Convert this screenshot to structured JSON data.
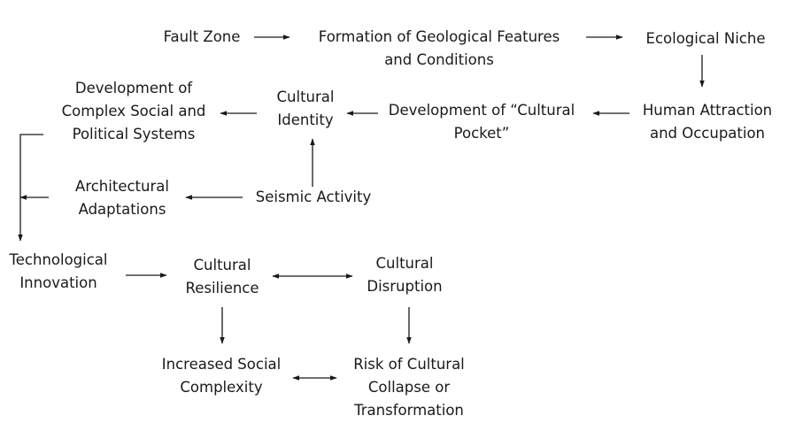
{
  "nodes": {
    "fault_zone": {
      "lines": [
        "Fault Zone"
      ]
    },
    "formation": {
      "lines": [
        "Formation of Geological Features",
        "and Conditions"
      ]
    },
    "ecological_niche": {
      "lines": [
        "Ecological Niche"
      ]
    },
    "human_attraction": {
      "lines": [
        "Human Attraction",
        "and Occupation"
      ]
    },
    "cultural_pocket": {
      "lines": [
        "Development of “Cultural",
        "Pocket”"
      ]
    },
    "cultural_identity": {
      "lines": [
        "Cultural",
        "Identity"
      ]
    },
    "complex_systems": {
      "lines": [
        "Development of",
        "Complex Social and",
        "Political Systems"
      ]
    },
    "seismic_activity": {
      "lines": [
        "Seismic Activity"
      ]
    },
    "architectural": {
      "lines": [
        "Architectural",
        "Adaptations"
      ]
    },
    "technological": {
      "lines": [
        "Technological",
        "Innovation"
      ]
    },
    "cultural_resilience": {
      "lines": [
        "Cultural",
        "Resilience"
      ]
    },
    "cultural_disruption": {
      "lines": [
        "Cultural",
        "Disruption"
      ]
    },
    "increased_complexity": {
      "lines": [
        "Increased Social",
        "Complexity"
      ]
    },
    "risk_collapse": {
      "lines": [
        "Risk of Cultural",
        "Collapse or",
        "Transformation"
      ]
    }
  },
  "edges": [
    {
      "from": "fault_zone",
      "to": "formation",
      "direction": "forward"
    },
    {
      "from": "formation",
      "to": "ecological_niche",
      "direction": "forward"
    },
    {
      "from": "ecological_niche",
      "to": "human_attraction",
      "direction": "forward"
    },
    {
      "from": "human_attraction",
      "to": "cultural_pocket",
      "direction": "forward"
    },
    {
      "from": "cultural_pocket",
      "to": "cultural_identity",
      "direction": "forward"
    },
    {
      "from": "cultural_identity",
      "to": "complex_systems",
      "direction": "forward"
    },
    {
      "from": "seismic_activity",
      "to": "cultural_identity",
      "direction": "forward"
    },
    {
      "from": "seismic_activity",
      "to": "architectural",
      "direction": "forward"
    },
    {
      "from": "architectural",
      "to": "complex_systems",
      "direction": "forward"
    },
    {
      "from": "complex_systems",
      "to": "technological",
      "direction": "forward"
    },
    {
      "from": "technological",
      "to": "cultural_resilience",
      "direction": "forward"
    },
    {
      "from": "cultural_resilience",
      "to": "cultural_disruption",
      "direction": "both"
    },
    {
      "from": "cultural_resilience",
      "to": "increased_complexity",
      "direction": "forward"
    },
    {
      "from": "cultural_disruption",
      "to": "risk_collapse",
      "direction": "forward"
    },
    {
      "from": "increased_complexity",
      "to": "risk_collapse",
      "direction": "both"
    }
  ],
  "colors": {
    "text": "#1a1a1a",
    "line": "#1a1a1a",
    "background": "#ffffff"
  }
}
